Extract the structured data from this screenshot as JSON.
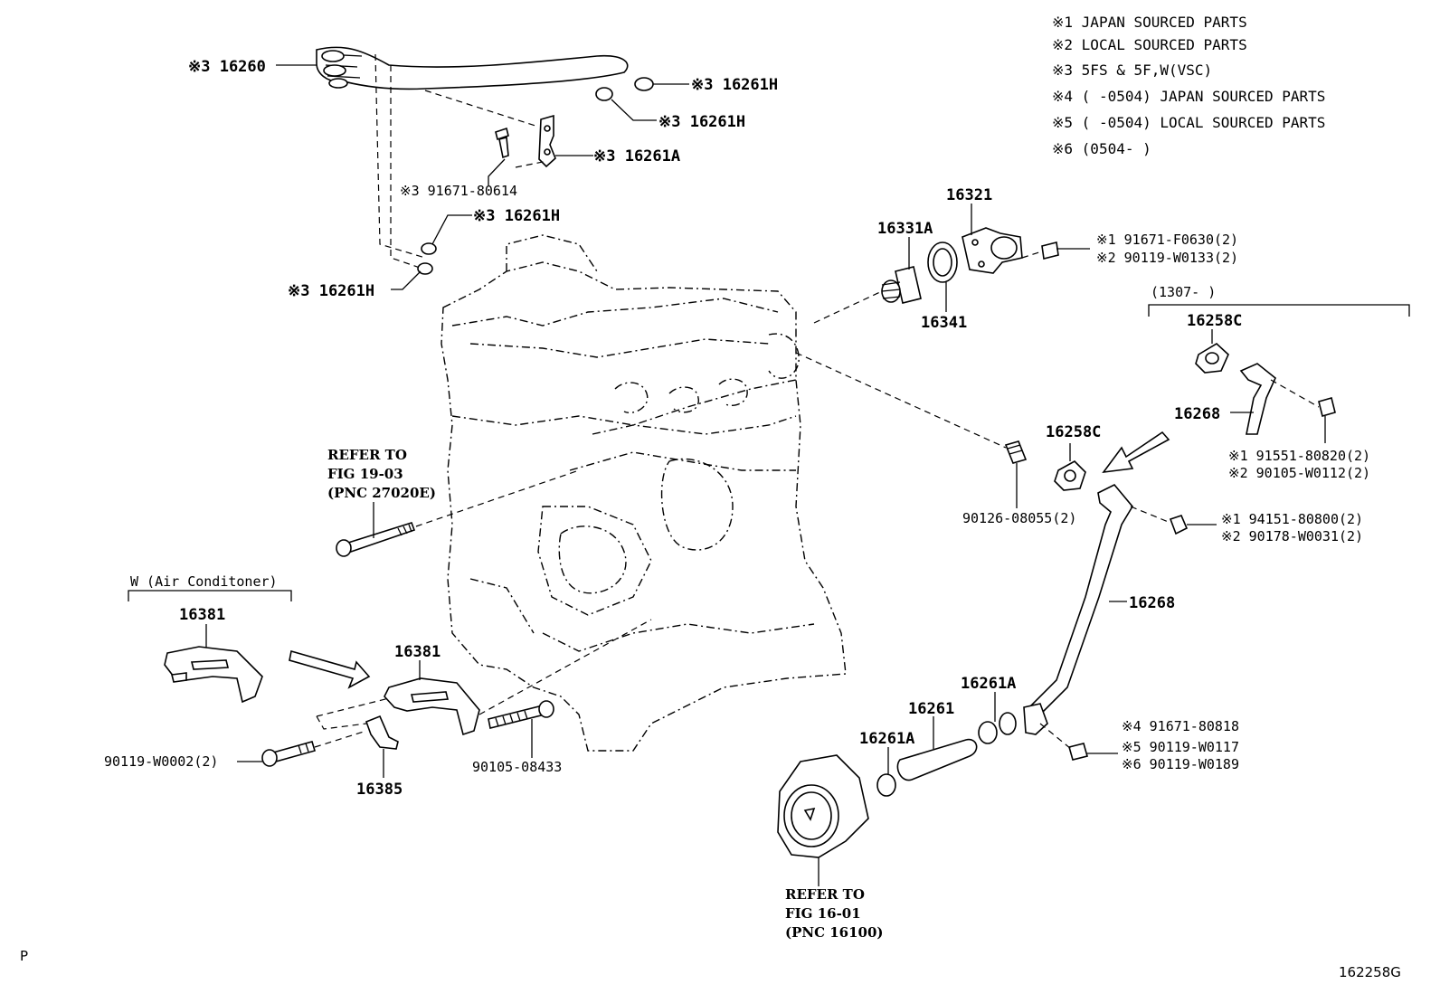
{
  "notes": [
    "※1 JAPAN SOURCED PARTS",
    "※2 LOCAL SOURCED PARTS",
    "※3 5FS & 5F,W(VSC)",
    "※4 (     -0504) JAPAN SOURCED PARTS",
    "※5 (     -0504) LOCAL SOURCED PARTS",
    "※6 (0504-     )"
  ],
  "labels": {
    "p16260": "※3 16260",
    "p16261H_a": "※3 16261H",
    "p16261H_b": "※3 16261H",
    "p16261A_top": "※3 16261A",
    "p91671_80614": "※3 91671-80614",
    "p16261H_c": "※3 16261H",
    "p16261H_d": "※3 16261H",
    "p16321": "16321",
    "p16331A": "16331A",
    "p16341": "16341",
    "p91671_F0630": "※1  91671-F0630(2)",
    "p90119_W0133": "※2  90119-W0133(2)",
    "range1307": "(1307-      )",
    "p16258C_a": "16258C",
    "p16268_a": "16268",
    "p91551": "※1  91551-80820(2)",
    "p90105_W0112": "※2  90105-W0112(2)",
    "p16258C_b": "16258C",
    "p90126": "90126-08055(2)",
    "p94151": "※1  94151-80800(2)",
    "p90178": "※2  90178-W0031(2)",
    "p16268_b": "16268",
    "p16261A_a": "16261A",
    "p16261": "16261",
    "p16261A_b": "16261A",
    "p91671_80818": "※4 91671-80818",
    "p90119_W0117": "※5 90119-W0117",
    "p90119_W0189": "※6 90119-W0189",
    "ac_title": "W (Air Conditoner)",
    "p16381_a": "16381",
    "p16381_b": "16381",
    "p16385": "16385",
    "p90119_W0002": "90119-W0002(2)",
    "p90105_08433": "90105-08433"
  },
  "refs": {
    "ref1": [
      "REFER TO",
      "FIG 19-03",
      "(PNC 27020E)"
    ],
    "ref2": [
      "REFER TO",
      "FIG 16-01",
      "(PNC 16100)"
    ]
  },
  "footer": {
    "left": "P",
    "right": "162258G"
  }
}
